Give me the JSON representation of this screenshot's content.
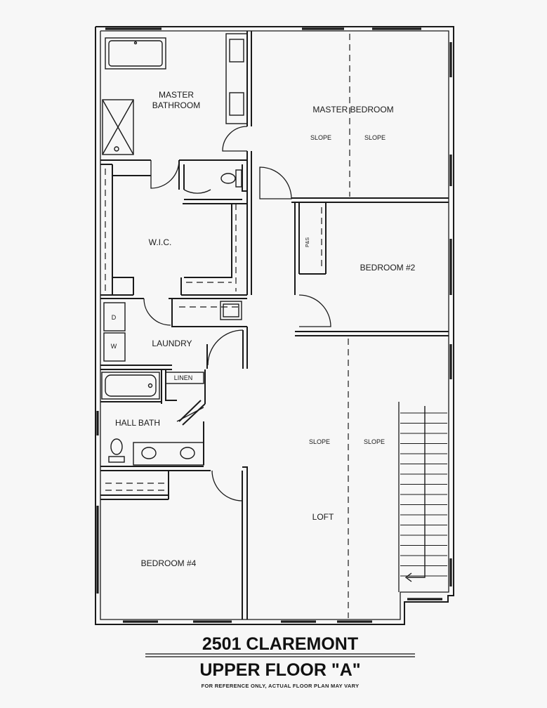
{
  "rooms": {
    "master_bathroom_line1": "MASTER",
    "master_bathroom_line2": "BATHROOM",
    "master_bedroom": "MASTER BEDROOM",
    "wic": "W.I.C.",
    "laundry": "LAUNDRY",
    "hall_bath": "HALL BATH",
    "bedroom2": "BEDROOM  #2",
    "bedroom4": "BEDROOM  #4",
    "loft": "LOFT",
    "linen": "LINEN",
    "ps": "P&S"
  },
  "appliances": {
    "dryer": "D",
    "washer": "W"
  },
  "slopes": {
    "label": "SLOPE"
  },
  "title": {
    "address": "2501 CLAREMONT",
    "floor": "UPPER FLOOR \"A\"",
    "disclaimer": "FOR REFERENCE ONLY, ACTUAL FLOOR PLAN MAY VARY"
  }
}
